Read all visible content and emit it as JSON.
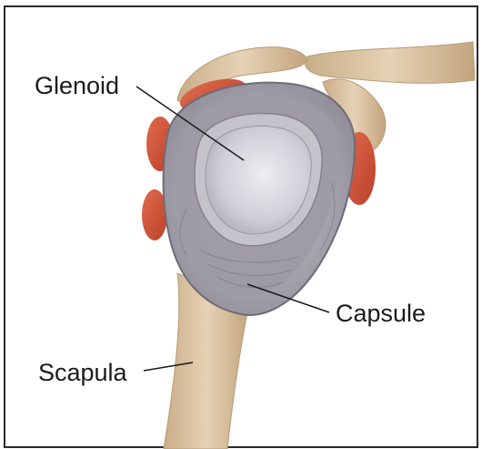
{
  "labels": {
    "glenoid": "Glenoid",
    "capsule": "Capsule",
    "scapula": "Scapula"
  },
  "colors": {
    "bone": "#dcc4a4",
    "bone_shadow": "#b89b76",
    "muscle": "#d6553a",
    "capsule_gray": "#a7a4ae",
    "glenoid_surface": "#d4d2da",
    "border": "#2a2a2a"
  }
}
